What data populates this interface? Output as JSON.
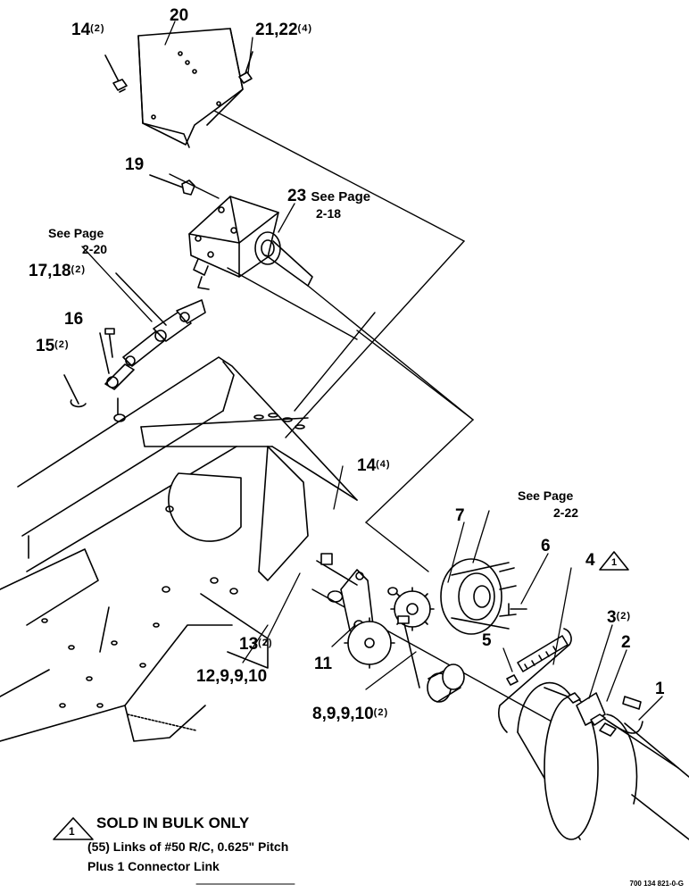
{
  "callouts": {
    "c20": "20",
    "c14a": "14",
    "c14a_qty": "(2)",
    "c2122": "21,22",
    "c2122_qty": "(4)",
    "c19": "19",
    "c23": "23",
    "c23_see": "See Page",
    "c23_page": "2-18",
    "see220_a": "See Page",
    "see220_b": "2-20",
    "c1718": "17,18",
    "c1718_qty": "(2)",
    "c16": "16",
    "c15": "15",
    "c15_qty": "(2)",
    "c14b": "14",
    "c14b_qty": "(4)",
    "see222_a": "See Page",
    "see222_b": "2-22",
    "c7": "7",
    "c6": "6",
    "c4": "4",
    "c4_tri": "1",
    "c3": "3",
    "c3_qty": "(2)",
    "c2": "2",
    "c5": "5",
    "c1": "1",
    "c11": "11",
    "c13": "13",
    "c13_qty": "(2)",
    "c12": "12,9,9,10",
    "c8": "8,9,9,10",
    "c8_qty": "(2)"
  },
  "legend": {
    "tri": "1",
    "title": "SOLD IN BULK ONLY",
    "line1": "(55) Links of #50 R/C, 0.625\" Pitch",
    "line2": "Plus 1 Connector Link"
  },
  "drawing_ref": "700 134 821-0-G"
}
